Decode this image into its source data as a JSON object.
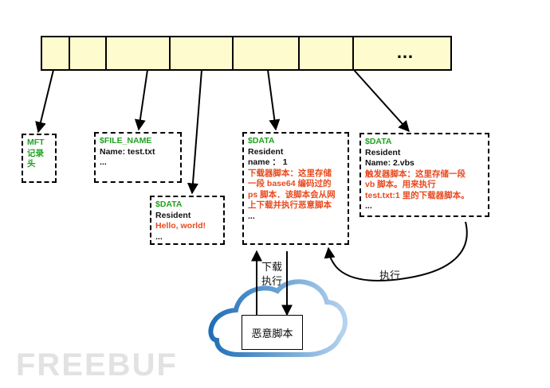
{
  "mft_row": {
    "ellipsis": "…"
  },
  "mft_header": {
    "lines": [
      "MFT",
      "记录",
      "头"
    ]
  },
  "file_name_attr": {
    "lines": [
      "$FILE_NAME",
      "Name: test.txt",
      "..."
    ]
  },
  "data_attr_1": {
    "lines": [
      "$DATA",
      "Resident",
      "Hello, world!",
      "..."
    ]
  },
  "data_attr_2": {
    "lines": [
      "$DATA",
      "Resident",
      "name ： 1",
      "下载器脚本：这里存储",
      "一段 base64 编码过的",
      "ps 脚本．该脚本会从网",
      "上下载并执行恶意脚本",
      "..."
    ]
  },
  "data_attr_3": {
    "lines": [
      "$DATA",
      "Resident",
      "Name: 2.vbs",
      "触发器脚本：这里存储一段",
      "vb 脚本。用来执行",
      "test.txt:1 里的下载器脚本。",
      "..."
    ]
  },
  "labels": {
    "download": "下载",
    "execute_1": "执行",
    "execute_2": "执行"
  },
  "cloud": {
    "label": "恶意脚本",
    "icon": "cloud-icon"
  },
  "watermark": "FREEBUF",
  "colors": {
    "cell_fill": "#fefcce",
    "green": "#21a121",
    "red": "#e8491d",
    "cloud": "#2e7fc4"
  }
}
